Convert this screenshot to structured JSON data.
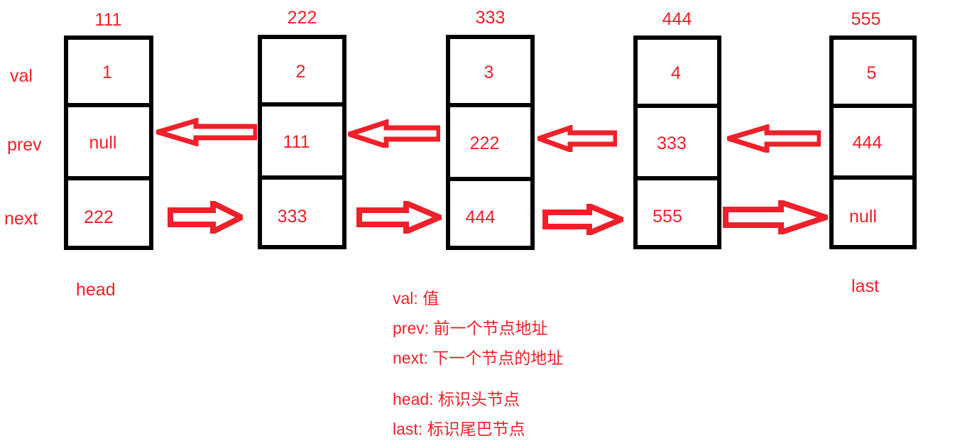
{
  "diagram": {
    "title": "doubly-linked-list",
    "accent_color": "#ee2029",
    "box_color": "#000000",
    "background": "#ffffff"
  },
  "row_labels": [
    {
      "key": "val",
      "text": "val"
    },
    {
      "key": "prev",
      "text": "prev"
    },
    {
      "key": "next",
      "text": "next"
    }
  ],
  "nodes": [
    {
      "address": "111",
      "val": "1",
      "prev": "null",
      "next": "222",
      "caption": "head"
    },
    {
      "address": "222",
      "val": "2",
      "prev": "111",
      "next": "333",
      "caption": ""
    },
    {
      "address": "333",
      "val": "3",
      "prev": "222",
      "next": "444",
      "caption": ""
    },
    {
      "address": "444",
      "val": "4",
      "prev": "333",
      "next": "555",
      "caption": ""
    },
    {
      "address": "555",
      "val": "5",
      "prev": "444",
      "next": "null",
      "caption": "last"
    }
  ],
  "pointer_captions": {
    "head": "head",
    "last": "last"
  },
  "arrows": [
    {
      "name": "prev-link-2-to-1",
      "direction": "left",
      "from": "222",
      "to": "111"
    },
    {
      "name": "next-link-1-to-2",
      "direction": "right",
      "from": "111",
      "to": "222"
    },
    {
      "name": "prev-link-3-to-2",
      "direction": "left",
      "from": "333",
      "to": "222"
    },
    {
      "name": "next-link-2-to-3",
      "direction": "right",
      "from": "222",
      "to": "333"
    },
    {
      "name": "prev-link-4-to-3",
      "direction": "left",
      "from": "444",
      "to": "333"
    },
    {
      "name": "next-link-3-to-4",
      "direction": "right",
      "from": "333",
      "to": "444"
    },
    {
      "name": "prev-link-5-to-4",
      "direction": "left",
      "from": "555",
      "to": "444"
    },
    {
      "name": "next-link-4-to-5",
      "direction": "right",
      "from": "444",
      "to": "555"
    }
  ],
  "legend": {
    "fields": [
      {
        "term": "val:",
        "desc": "值"
      },
      {
        "term": "prev:",
        "desc": "前一个节点地址"
      },
      {
        "term": "next:",
        "desc": "下一个节点的地址"
      }
    ],
    "pointers": [
      {
        "term": "head:",
        "desc": "标识头节点"
      },
      {
        "term": "last:",
        "desc": "标识尾巴节点"
      }
    ]
  }
}
